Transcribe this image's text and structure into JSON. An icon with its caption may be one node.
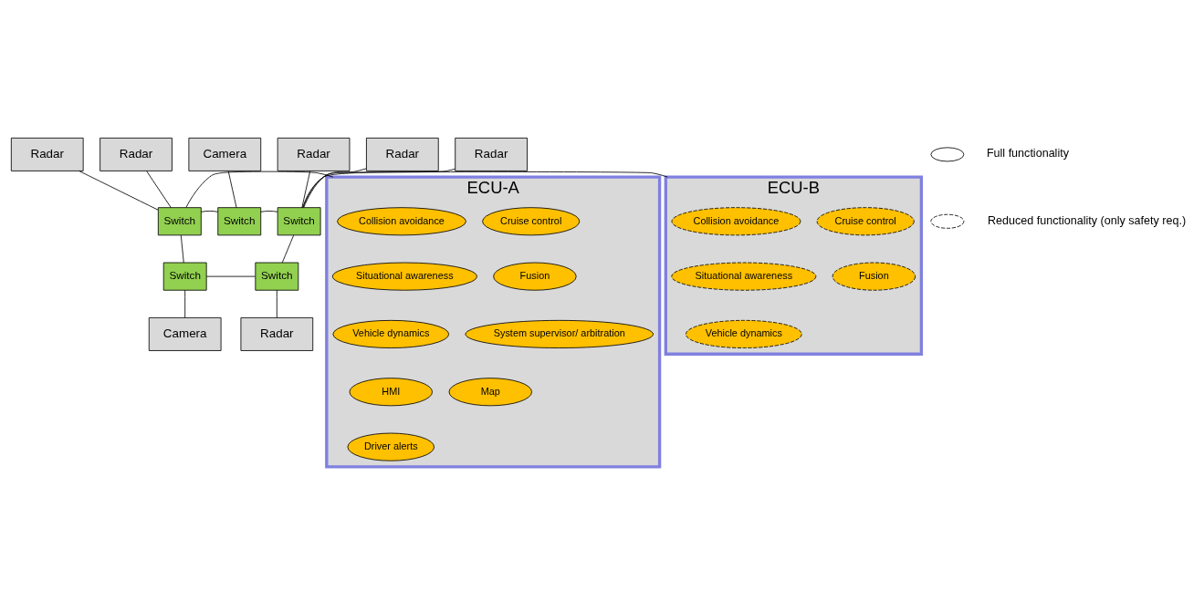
{
  "diagram": {
    "nodes": [
      {
        "text": [
          "Radar"
        ]
      },
      {
        "text": [
          "Radar"
        ]
      },
      {
        "text": [
          "Radar"
        ]
      },
      {
        "text": [
          "Radar"
        ]
      },
      {
        "text": [
          "Radar"
        ]
      },
      {
        "text": [
          "ECU-A"
        ]
      },
      {
        "text": [
          "Collision avoidance"
        ],
        "in": 5
      },
      {
        "text": [
          "Cruise control"
        ],
        "in": 5
      },
      {
        "text": [
          "Situational awareness"
        ],
        "in": 5
      },
      {
        "text": [
          "Fusion"
        ],
        "in": 5
      },
      {
        "text": [
          "Vehicle dynamics"
        ],
        "in": 5
      },
      {
        "text": [
          "System supervisor/ arbitration"
        ],
        "in": 5
      },
      {
        "text": [
          "HMI"
        ],
        "in": 5
      },
      {
        "text": [
          "Map"
        ],
        "in": 5
      },
      {
        "text": [
          "Driver alerts"
        ],
        "in": 5
      },
      {
        "text": [
          "Switch"
        ]
      },
      {
        "text": [
          "Camera"
        ]
      },
      {
        "text": [
          "Switch"
        ]
      },
      {
        "text": [
          "Switch"
        ]
      },
      {
        "text": [
          "ECU-B"
        ]
      },
      {
        "text": [
          "Collision avoidance"
        ],
        "in": 19
      },
      {
        "text": [
          "Cruise control"
        ],
        "in": 19
      },
      {
        "text": [
          "Situational awareness"
        ],
        "in": 19
      },
      {
        "text": [
          "Fusion"
        ],
        "in": 19
      },
      {
        "text": [
          "Vehicle dynamics"
        ],
        "in": 19
      },
      {
        "text": [
          "Switch"
        ]
      },
      {
        "text": [
          "Switch"
        ]
      },
      {
        "text": [
          "Camera"
        ]
      },
      {
        "text": [
          "Radar"
        ]
      }
    ],
    "edges": [
      {
        "from": 0,
        "to": 15,
        "arrow": "none"
      },
      {
        "from": 1,
        "to": 15,
        "arrow": "none"
      },
      {
        "from": 2,
        "to": 18,
        "arrow": "none"
      },
      {
        "from": 3,
        "to": 18,
        "arrow": "none"
      },
      {
        "from": 4,
        "to": 18,
        "arrow": "none"
      },
      {
        "from": 5,
        "to": 15,
        "arrow": "none"
      },
      {
        "from": 15,
        "to": 17,
        "arrow": "none"
      },
      {
        "from": 16,
        "to": 17,
        "arrow": "none"
      },
      {
        "from": 17,
        "to": 18,
        "arrow": "none"
      },
      {
        "from": 18,
        "to": 19,
        "arrow": "none"
      },
      {
        "from": 15,
        "to": 25,
        "arrow": "none"
      },
      {
        "from": 25,
        "to": 26,
        "arrow": "none"
      },
      {
        "from": 26,
        "to": 18,
        "arrow": "none"
      },
      {
        "from": 25,
        "to": 27,
        "arrow": "none"
      },
      {
        "from": 26,
        "to": 28,
        "arrow": "none"
      }
    ],
    "legend": [
      {
        "text": "Full functionality"
      },
      {
        "text": "Reduced functionality (only safety req.)"
      }
    ]
  }
}
